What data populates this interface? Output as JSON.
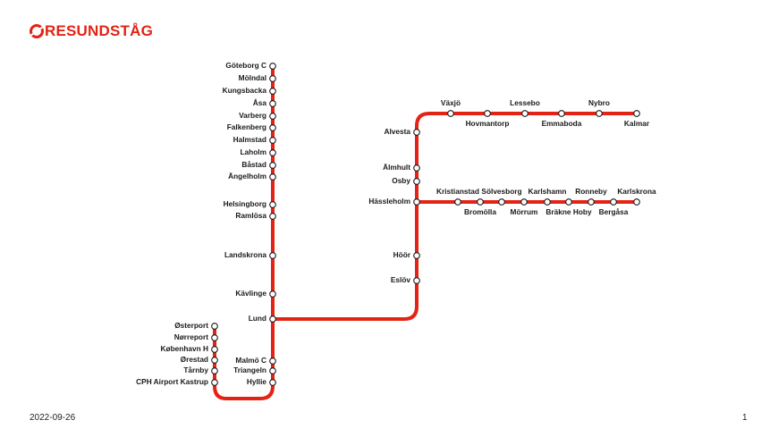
{
  "brand": {
    "name": "ØRESUNDSTÅG",
    "visible_text": "RESUNDSTÅG",
    "color": "#e32315"
  },
  "line_color": "#e32315",
  "footer": {
    "date": "2022-09-26",
    "page": "1"
  },
  "stations": {
    "west_main": [
      "Göteborg C",
      "Mölndal",
      "Kungsbacka",
      "Åsa",
      "Varberg",
      "Falkenberg",
      "Halmstad",
      "Laholm",
      "Båstad",
      "Ängelholm",
      "Helsingborg",
      "Ramlösa",
      "Landskrona",
      "Kävlinge",
      "Lund",
      "Malmö C",
      "Triangeln",
      "Hyllie"
    ],
    "copenhagen": [
      "Østerport",
      "Nørreport",
      "København H",
      "Ørestad",
      "Tårnby",
      "CPH Airport Kastrup"
    ],
    "east_main": [
      "Alvesta",
      "Älmhult",
      "Osby",
      "Hässleholm",
      "Höör",
      "Eslöv"
    ],
    "kalmar_branch": [
      "Växjö",
      "Hovmantorp",
      "Lessebo",
      "Emmaboda",
      "Nybro",
      "Kalmar"
    ],
    "karlskrona_branch": [
      "Kristianstad",
      "Bromölla",
      "Sölvesborg",
      "Mörrum",
      "Karlshamn",
      "Bräkne Hoby",
      "Ronneby",
      "Bergåsa",
      "Karlskrona"
    ]
  }
}
